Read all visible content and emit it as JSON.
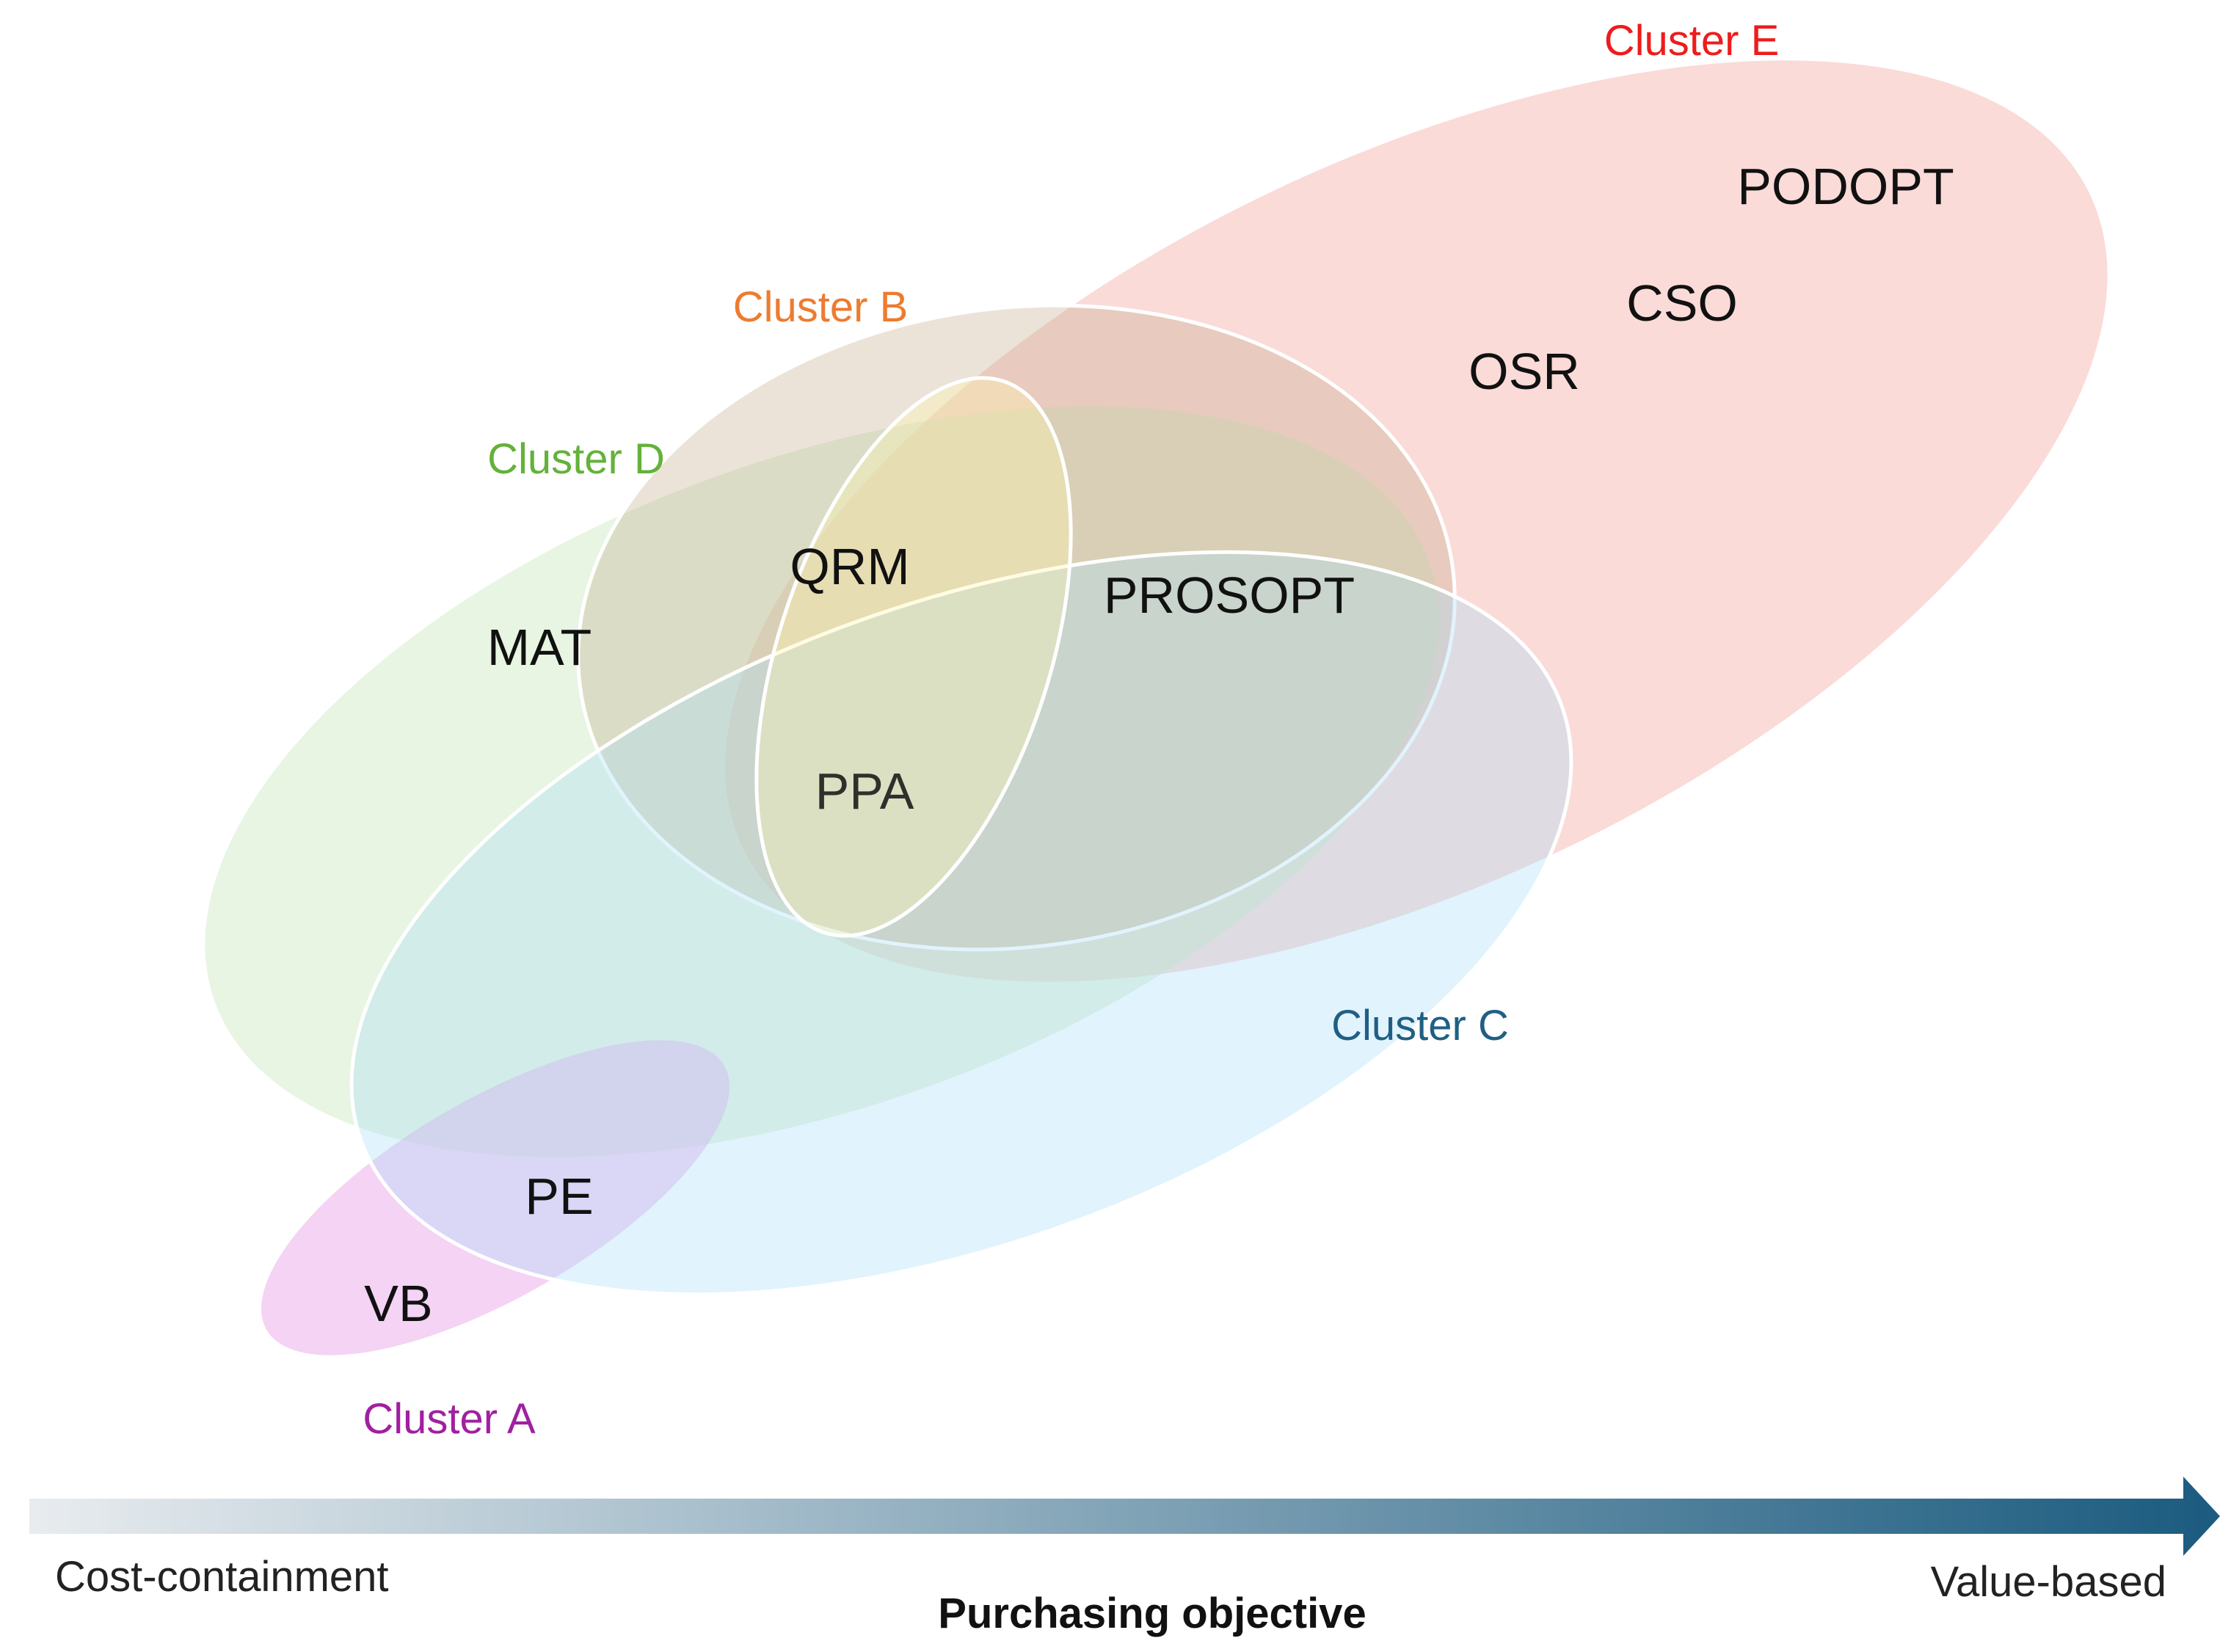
{
  "clusters": {
    "a": {
      "label": "Cluster A",
      "color": "#a020a0",
      "fill": "#e9a8ea"
    },
    "b": {
      "label": "Cluster B",
      "color": "#ee7b30",
      "fill": "#fff7b0"
    },
    "c": {
      "label": "Cluster C",
      "color": "#1f5f84",
      "fill": "#a9ddf5"
    },
    "d": {
      "label": "Cluster D",
      "color": "#63b23a",
      "fill": "#c5e8b9"
    },
    "e": {
      "label": "Cluster E",
      "color": "#ee1c1c",
      "fill": "#f4a9a1"
    }
  },
  "items": {
    "vb": "VB",
    "pe": "PE",
    "mat": "MAT",
    "qrm": "QRM",
    "ppa": "PPA",
    "prosopt": "PROSOPT",
    "osr": "OSR",
    "cso": "CSO",
    "podopt": "PODOPT"
  },
  "axis": {
    "left_label": "Cost-containment",
    "right_label": "Value-based",
    "title": "Purchasing objective",
    "gradient_start": "#e8ecef",
    "gradient_end": "#1b5b7f"
  }
}
